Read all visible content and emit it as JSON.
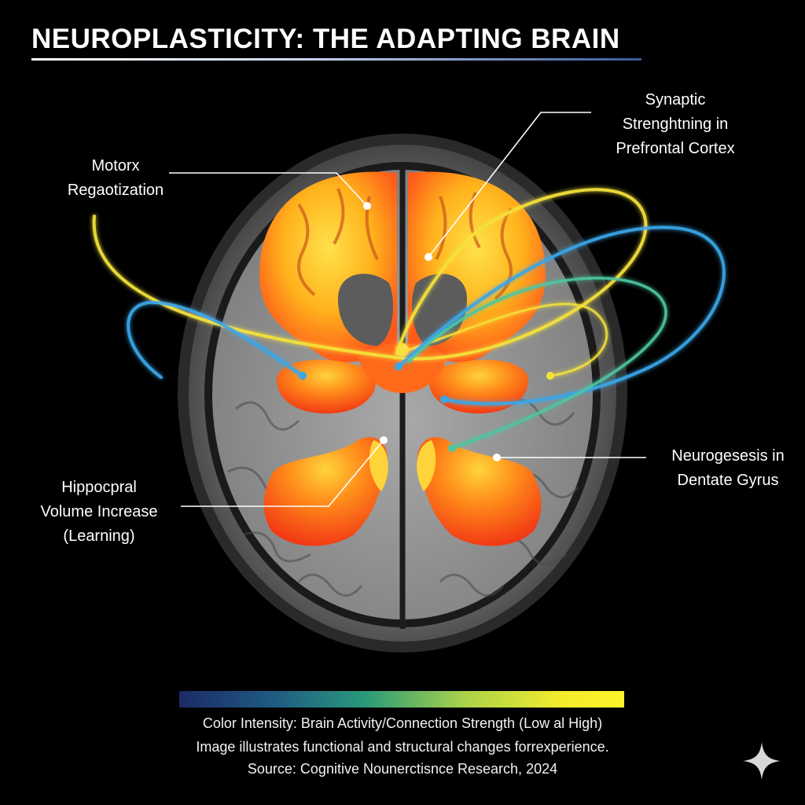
{
  "title": "NEUROPLASTICITY: THE ADAPTING BRAIN",
  "labels": {
    "motor": [
      "Motorx",
      "Regaotization"
    ],
    "synaptic": [
      "Synaptic",
      "Strenghtning in",
      "Prefrontal Cortex"
    ],
    "hippocampal": [
      "Hippocpral",
      "Volume Increase",
      "(Learning)"
    ],
    "neurogenesis": [
      "Neurogesesis in",
      "Dentate Gyrus"
    ]
  },
  "scale": {
    "caption": "Color Intensity: Brain Activity/Connection Strength (Low al High)",
    "low_color": "#1c2a66",
    "mid_color": "#2a9a7a",
    "high_color": "#fff22a"
  },
  "notes": {
    "description": "Image illustrates functional and structural changes forrexperience.",
    "source": "Source: Cognitive Nounerctisnce Research, 2024"
  },
  "colors": {
    "background": "#000000",
    "connection_yellow": "#f4e23a",
    "connection_blue": "#3aa6e8",
    "connection_teal": "#4cc5a2",
    "activation_hot": "#ff5a1a",
    "activation_warm": "#ffc21a"
  },
  "icons": {
    "corner": "sparkle-icon"
  }
}
